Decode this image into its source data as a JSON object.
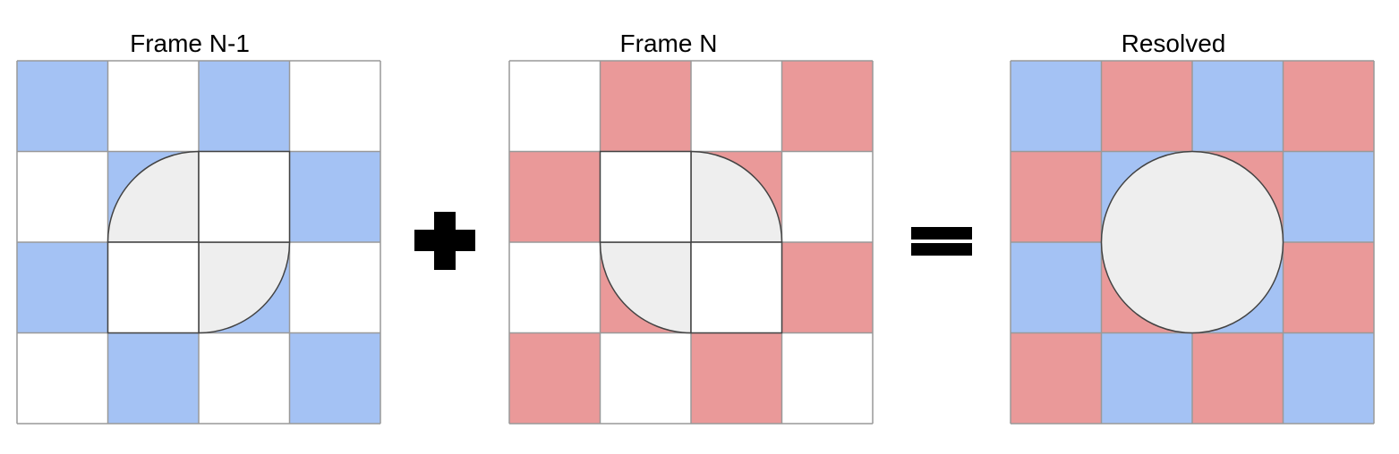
{
  "colors": {
    "blue": "#a4c2f4",
    "red": "#ea9999",
    "white": "#ffffff",
    "shape_fill": "#eeeeee",
    "grid_line": "#999999",
    "shape_line": "#434343",
    "operator": "#000000"
  },
  "operators": {
    "plus": "plus",
    "equals": "equals"
  },
  "panels": [
    {
      "id": "frame-n-minus-1",
      "title": "Frame N-1",
      "grid": [
        [
          "blue",
          "white",
          "blue",
          "white"
        ],
        [
          "white",
          "blue",
          "white",
          "blue"
        ],
        [
          "blue",
          "white",
          "blue",
          "white"
        ],
        [
          "white",
          "blue",
          "white",
          "blue"
        ]
      ],
      "circle": "quadrants-top-left-bottom-right"
    },
    {
      "id": "frame-n",
      "title": "Frame N",
      "grid": [
        [
          "white",
          "red",
          "white",
          "red"
        ],
        [
          "red",
          "white",
          "red",
          "white"
        ],
        [
          "white",
          "red",
          "white",
          "red"
        ],
        [
          "red",
          "white",
          "red",
          "white"
        ]
      ],
      "circle": "quadrants-top-right-bottom-left"
    },
    {
      "id": "resolved",
      "title": "Resolved",
      "grid": [
        [
          "blue",
          "red",
          "blue",
          "red"
        ],
        [
          "red",
          "blue",
          "red",
          "blue"
        ],
        [
          "blue",
          "red",
          "blue",
          "red"
        ],
        [
          "red",
          "blue",
          "red",
          "blue"
        ]
      ],
      "circle": "full"
    }
  ]
}
